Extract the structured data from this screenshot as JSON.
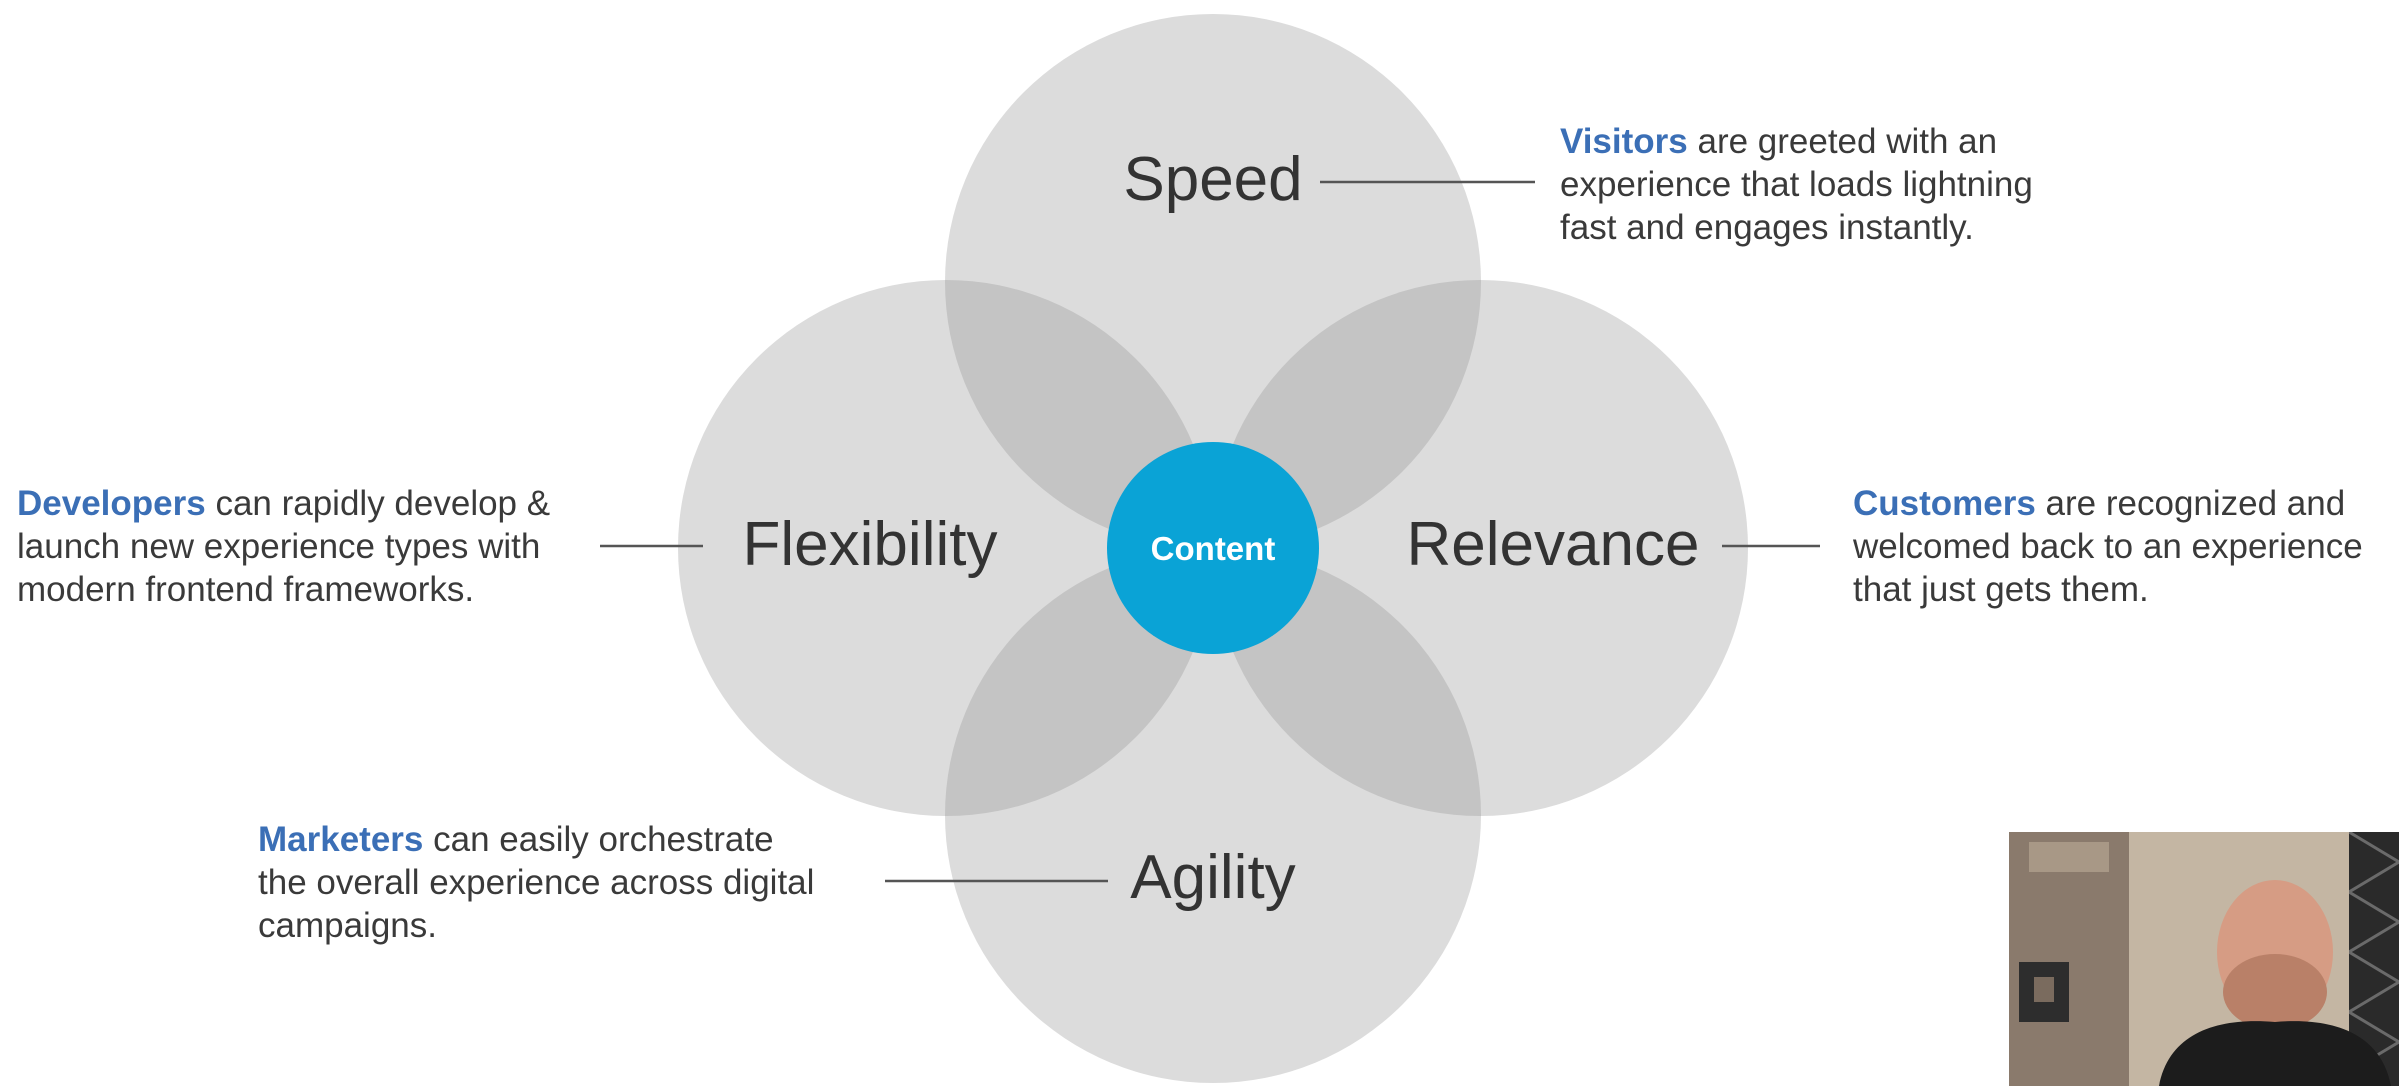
{
  "diagram": {
    "center_label": "Content",
    "colors": {
      "circle_fill": "#dcdcdc",
      "overlap_fill": "#c4c4c4",
      "center_fill": "#0aa3d6",
      "center_text": "#ffffff",
      "role_text": "#3b6fb6",
      "body_text": "#3a3a3a",
      "connector": "#555555"
    },
    "petals": [
      {
        "label": "Speed",
        "role": "Visitors",
        "description_lines": [
          " are greeted with an",
          "experience that loads lightning",
          "fast and engages instantly."
        ]
      },
      {
        "label": "Flexibility",
        "role": "Developers",
        "description_lines": [
          " can rapidly develop &",
          "launch new experience types with",
          "modern frontend frameworks."
        ]
      },
      {
        "label": "Relevance",
        "role": "Customers",
        "description_lines": [
          " are recognized and",
          "welcomed back to an experience",
          "that just gets them."
        ]
      },
      {
        "label": "Agility",
        "role": "Marketers",
        "description_lines": [
          " can easily orchestrate",
          "the overall experience across digital",
          "campaigns."
        ]
      }
    ]
  },
  "webcam": {
    "icon": "person-video-thumbnail"
  }
}
